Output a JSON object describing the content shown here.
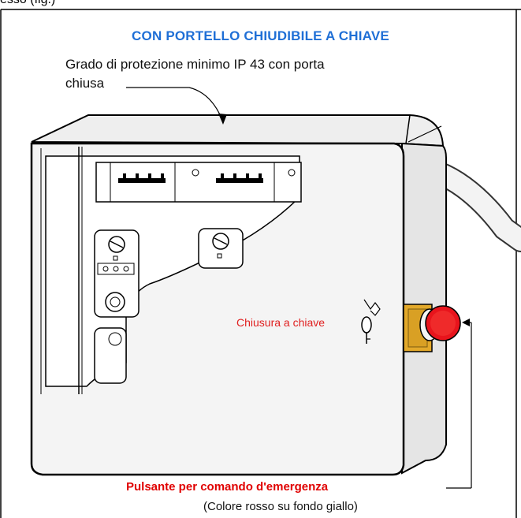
{
  "cut_text": "esso (fig.)",
  "title": "CON PORTELLO CHIUDIBILE A CHIAVE",
  "description_line1": "Grado di protezione minimo IP 43 con porta",
  "description_line2": "chiusa",
  "key_lock_label": "Chiusura a chiave",
  "emergency_label": "Pulsante per comando d'emergenza",
  "color_note": "(Colore rosso su fondo giallo)",
  "colors": {
    "title": "#1f6fd6",
    "red_label": "#e00000",
    "button_red": "#e8141c",
    "button_yellow": "#e3a92a",
    "cabinet_fill": "#f2f2f2"
  }
}
